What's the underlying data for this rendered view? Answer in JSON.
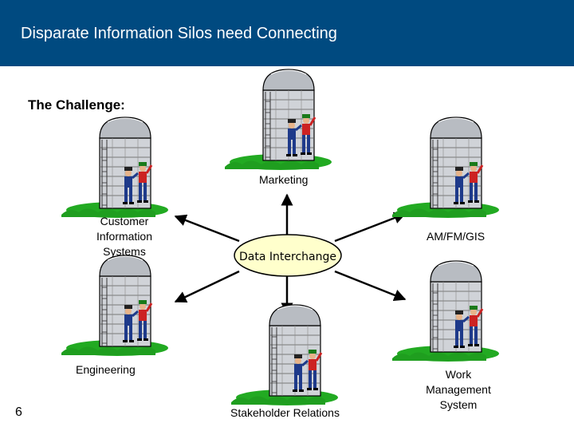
{
  "header": {
    "title": "Disparate Information Silos need Connecting"
  },
  "subtitle": "The Challenge:",
  "hub": {
    "label": "Data Interchange"
  },
  "silos": {
    "marketing": {
      "label": "Marketing"
    },
    "customer_information_systems": {
      "lines": [
        "Customer",
        "Information",
        "Systems"
      ]
    },
    "am_fm_gis": {
      "label": "AM/FM/GIS"
    },
    "engineering": {
      "label": "Engineering"
    },
    "stakeholder_relations": {
      "label": "Stakeholder Relations"
    },
    "work_management_system": {
      "lines": [
        "Work",
        "Management",
        "System"
      ]
    }
  },
  "page_number": "6",
  "colors": {
    "header_background": "#004a80",
    "hub_fill": "#ffffcc",
    "grass": "#22aa22",
    "silo_body": "#d0d3d8",
    "figure_red_shirt": "#cc2222",
    "figure_blue_overalls": "#1e3a8a"
  }
}
